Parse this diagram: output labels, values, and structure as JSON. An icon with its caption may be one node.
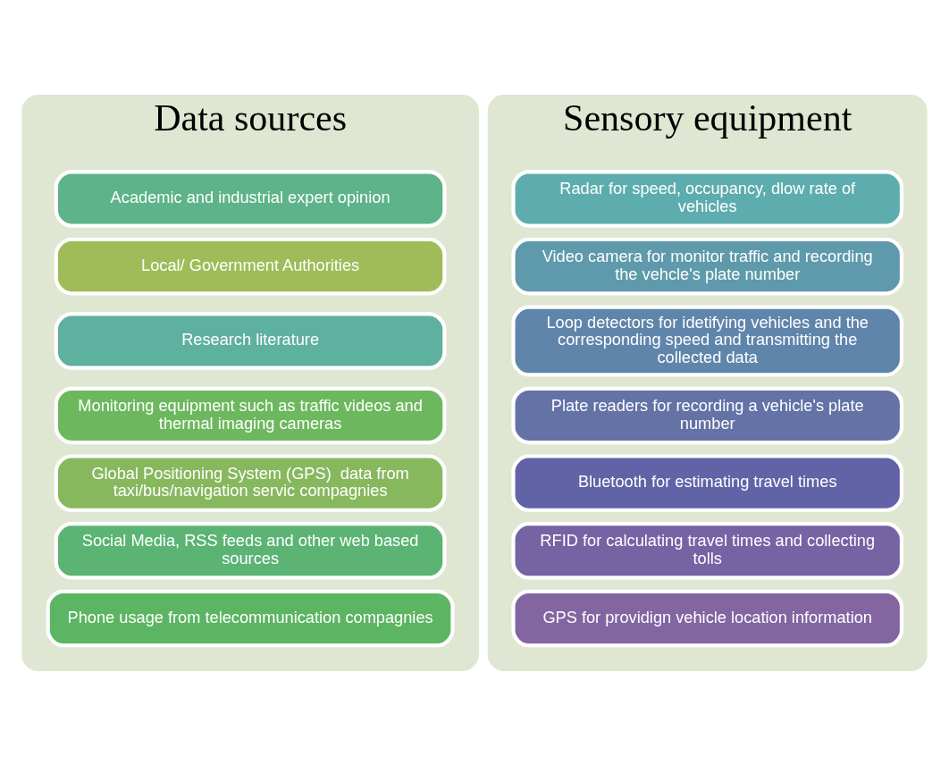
{
  "diagram": {
    "nodes": [
      {
        "text": [
          "Data sources"
        ]
      },
      {
        "text": [
          "Academic and industrial expert opinion"
        ],
        "in": 0
      },
      {
        "text": [
          "Local/ Government Authorities"
        ],
        "in": 0
      },
      {
        "text": [
          "Research literature"
        ],
        "in": 0
      },
      {
        "text": [
          "Monitoring equipment such as traffic videos and thermal imaging cameras"
        ],
        "in": 0
      },
      {
        "text": [
          "Global Positioning System (GPS)  data from taxi/bus/navigation servic compagnies"
        ],
        "in": 0
      },
      {
        "text": [
          "Social Media, RSS feeds and other web based sources"
        ],
        "in": 0
      },
      {
        "text": [
          "Phone usage from telecommunication compagnies"
        ],
        "in": 0
      },
      {
        "text": [
          "Sensory equipment"
        ]
      },
      {
        "text": [
          "Radar for speed, occupancy, dlow rate of vehicles"
        ],
        "in": 8
      },
      {
        "text": [
          "Video camera for monitor traffic and recording the vehcle's plate number"
        ],
        "in": 8
      },
      {
        "text": [
          "Loop detectors for idetifying vehicles and the corresponding speed and transmitting the collected data"
        ],
        "in": 8
      },
      {
        "text": [
          "Plate readers for recording a vehicle's plate number"
        ],
        "in": 8
      },
      {
        "text": [
          "Bluetooth for estimating travel times"
        ],
        "in": 8
      },
      {
        "text": [
          "RFID for calculating travel times and collecting tolls"
        ],
        "in": 8
      },
      {
        "text": [
          "GPS for providign vehicle location information"
        ],
        "in": 8
      }
    ],
    "edges": []
  }
}
